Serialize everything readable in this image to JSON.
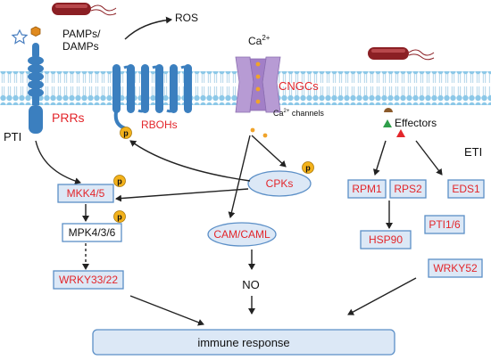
{
  "labels": {
    "pamps": "PAMPs/",
    "damps": "DAMPs",
    "ros": "ROS",
    "ca": "Ca",
    "ca_sup": "2+",
    "prrs": "PRRs",
    "rbohs": "RBOHs",
    "cngcs": "CNGCs",
    "ca_channels_sup": "2+",
    "ca_channels": " channels",
    "effectors": "Effectors",
    "pti": "PTI",
    "eti": "ETI",
    "cpks": "CPKs",
    "cam_caml": "CAM/CAML",
    "no": "NO",
    "mkk": "MKK4/5",
    "mpk": "MPK4/3/6",
    "wrky33": "WRKY33/22",
    "rpm1": "RPM1",
    "rps2": "RPS2",
    "eds1": "EDS1",
    "pti16": "PTI1/6",
    "hsp90": "HSP90",
    "wrky52": "WRKY52",
    "immune": "immune response",
    "p": "p"
  },
  "colors": {
    "membrane_head": "#8cc8e8",
    "membrane_tail": "#b9dcef",
    "receptor": "#3b7fbf",
    "channel": "#b79bd4",
    "ca_dot": "#f0a32a",
    "phospho": "#f3b21b",
    "label_red": "#e3262b",
    "box_fill": "#dce8f6",
    "box_stroke": "#5b8fc7",
    "bacteria": "#8b1f24"
  },
  "icons": [
    "star-icon",
    "hexagon-icon",
    "bacterium-icon",
    "effector-icons"
  ]
}
